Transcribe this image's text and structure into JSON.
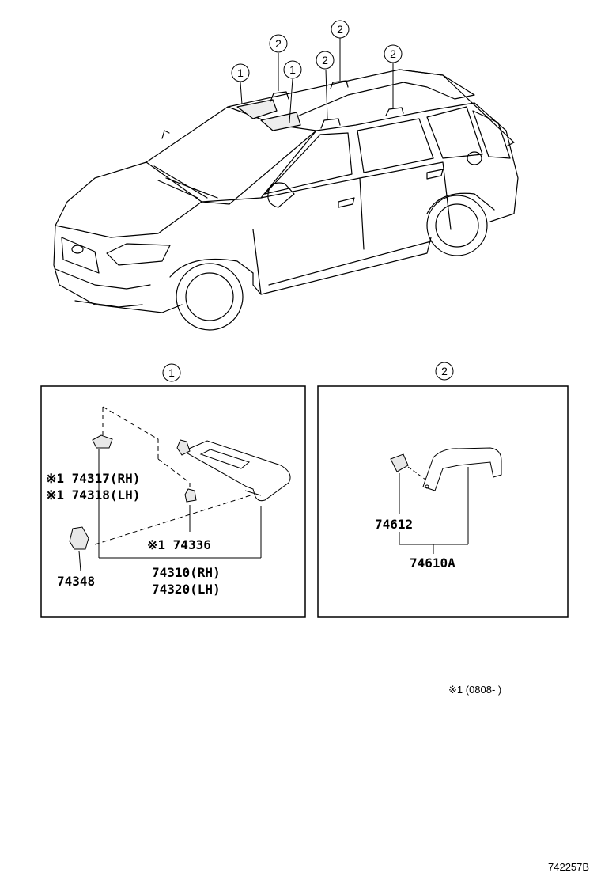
{
  "callouts": {
    "one": "1",
    "two": "2"
  },
  "panel1": {
    "callout": "1",
    "parts": {
      "p74317": "※1 74317(RH)",
      "p74318": "※1 74318(LH)",
      "p74336": "※1 74336",
      "p74348": "74348",
      "p74310": "74310(RH)",
      "p74320": "74320(LH)"
    }
  },
  "panel2": {
    "callout": "2",
    "parts": {
      "p74612": "74612",
      "p74610A": "74610A"
    }
  },
  "footnote": "※1 (0808-   )",
  "diagram_code": "742257B"
}
